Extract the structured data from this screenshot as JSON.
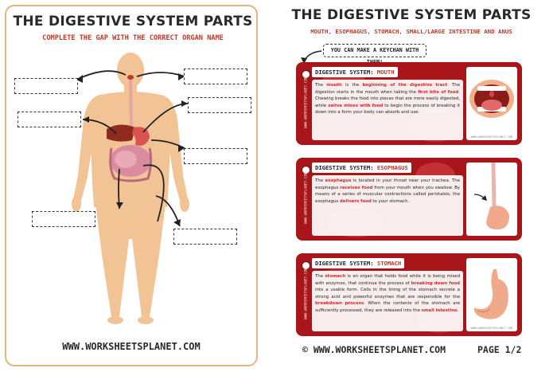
{
  "left": {
    "title": "THE DIGESTIVE SYSTEM PARTS",
    "subtitle": "COMPLETE THE GAP WITH THE CORRECT ORGAN NAME",
    "footer": "WWW.WORKSHEETSPLANET.COM"
  },
  "right": {
    "title": "THE DIGESTIVE SYSTEM PARTS",
    "subtitle": "MOUTH, ESOPHAGUS, STOMACH, SMALL/LARGE INTESTINE AND ANUS",
    "keychain_note": "YOU CAN MAKE A KEYCHAN WITH THEM!",
    "footer": "© WWW.WORKSHEETSPLANET.COM",
    "page": "PAGE 1/2",
    "side_url": "WWW.WORKSHEETSPLANET.COM",
    "img_url": "WWW.WORKSHEETSPLANET.COM"
  },
  "cards": [
    {
      "head_prefix": "DIGESTIVE SYSTEM: ",
      "head_organ": "MOUTH",
      "text": [
        [
          "The ",
          "n"
        ],
        [
          "mouth",
          "r"
        ],
        [
          " is the ",
          "n"
        ],
        [
          "beginning of the digestive tract",
          "r"
        ],
        [
          ". The digestion starts in the mouth when taking the ",
          "n"
        ],
        [
          "first bite of food",
          "r"
        ],
        [
          ". Chewing breaks the food into pieces that are more easily digested, while ",
          "n"
        ],
        [
          "saliva mixes with food",
          "r"
        ],
        [
          " to begin the process of breaking it down into a form your body can absorb and use.",
          "n"
        ]
      ]
    },
    {
      "head_prefix": "DIGESTIVE SYSTEM: ",
      "head_organ": "ESOPHAGUS",
      "text": [
        [
          "The ",
          "n"
        ],
        [
          "esophagus",
          "r"
        ],
        [
          " is located in your throat near your trachea. The esophagus ",
          "n"
        ],
        [
          "receives food",
          "r"
        ],
        [
          " from your mouth when you swallow. By means of a series of muscular contractions called peristalsis, the esophagus ",
          "n"
        ],
        [
          "delivers food",
          "r"
        ],
        [
          " to your stomach.",
          "n"
        ]
      ]
    },
    {
      "head_prefix": "DIGESTIVE SYSTEM: ",
      "head_organ": "STOMACH",
      "text": [
        [
          "The ",
          "n"
        ],
        [
          "stomach",
          "r"
        ],
        [
          " is an organ that holds food while it is being mixed with enzymes, that continue the process of ",
          "n"
        ],
        [
          "breaking down food",
          "r"
        ],
        [
          " into a usable form. Cells in the lining of the stomach secrete a strong acid and powerful enzymes that are responsible for the ",
          "n"
        ],
        [
          "breakdown process",
          "r"
        ],
        [
          ". When the contents of the stomach are sufficiently processed, they are released into the ",
          "n"
        ],
        [
          "small intestine",
          "r"
        ],
        [
          ".",
          "n"
        ]
      ]
    }
  ],
  "colors": {
    "accent_red": "#c0392b",
    "card_red": "#a8161a",
    "skin": "#f2c394",
    "border_tan": "#e0b77d"
  }
}
